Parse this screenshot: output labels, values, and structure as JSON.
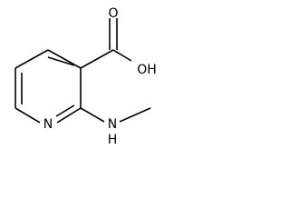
{
  "molecule": {
    "atoms": {
      "ring_nitrogen": "N",
      "carbonyl_oxygen": "O",
      "hydroxyl": "OH",
      "amine": "N",
      "amine_hydrogen": "H"
    }
  }
}
